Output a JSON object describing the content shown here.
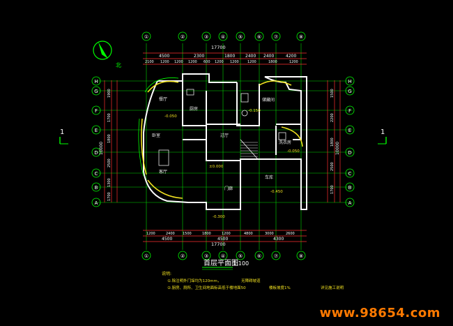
{
  "drawing": {
    "title": "首层平面图",
    "scale": "1:100",
    "section_marker": "1",
    "dims": {
      "top_overall": "17700",
      "top_parts": [
        "4500",
        "2300",
        "1800",
        "2400",
        "2400",
        "4200"
      ],
      "top_fine": [
        "2100",
        "1200",
        "1200",
        "1200",
        "600",
        "1200",
        "1200",
        "1200",
        "1800",
        "1200"
      ],
      "bottom_overall": "17700",
      "bottom_parts": [
        "4500",
        "4500",
        "4300"
      ],
      "bottom_fine": [
        "1200",
        "2400",
        "1500",
        "1800",
        "1200",
        "4800",
        "3000",
        "2600"
      ],
      "left_overall": "10000",
      "right_overall": "10000",
      "left_parts": [
        "1900",
        "1700",
        "1800",
        "2500",
        "1300",
        "1700"
      ],
      "right_parts": [
        "1500",
        "2200",
        "1800",
        "2500",
        "1700"
      ]
    },
    "axes_top": [
      "①",
      "②",
      "③",
      "④",
      "⑤",
      "⑥",
      "⑦",
      "⑧"
    ],
    "axes_bottom": [
      "①",
      "②",
      "③",
      "④",
      "⑤",
      "⑥",
      "⑦",
      "⑧"
    ],
    "axes_left": [
      "H",
      "G",
      "F",
      "E",
      "D",
      "C",
      "B",
      "A"
    ],
    "axes_right": [
      "H",
      "G",
      "F",
      "E",
      "D",
      "C",
      "B",
      "A"
    ],
    "rooms": [
      {
        "name": "厨房"
      },
      {
        "name": "餐厅"
      },
      {
        "name": "过厅"
      },
      {
        "name": "客厅"
      },
      {
        "name": "卧室"
      },
      {
        "name": "车库"
      },
      {
        "name": "门廊"
      },
      {
        "name": "洗衣房"
      },
      {
        "name": "储藏间"
      }
    ],
    "levels": [
      "±0.000",
      "-0.050",
      "-0.450",
      "-0.300",
      "-0.150",
      "-0.050"
    ],
    "notes": {
      "heading": "说明:",
      "line1": "①.除注明外门垛均为120mm，",
      "line1_tail": "无障碍坡道",
      "line2": "②.厨房、厕所、卫生间地面标高低于楼地面50",
      "line2_tail": "楼板坡度1%",
      "line2_end": "详见施工说明"
    }
  },
  "watermark": "www.98654.com",
  "colors": {
    "background": "#000000",
    "wall": "#ffffff",
    "grid": "#00ff00",
    "dimension": "#ff3030",
    "accent": "#f0e020",
    "watermark": "#ff7a00"
  }
}
